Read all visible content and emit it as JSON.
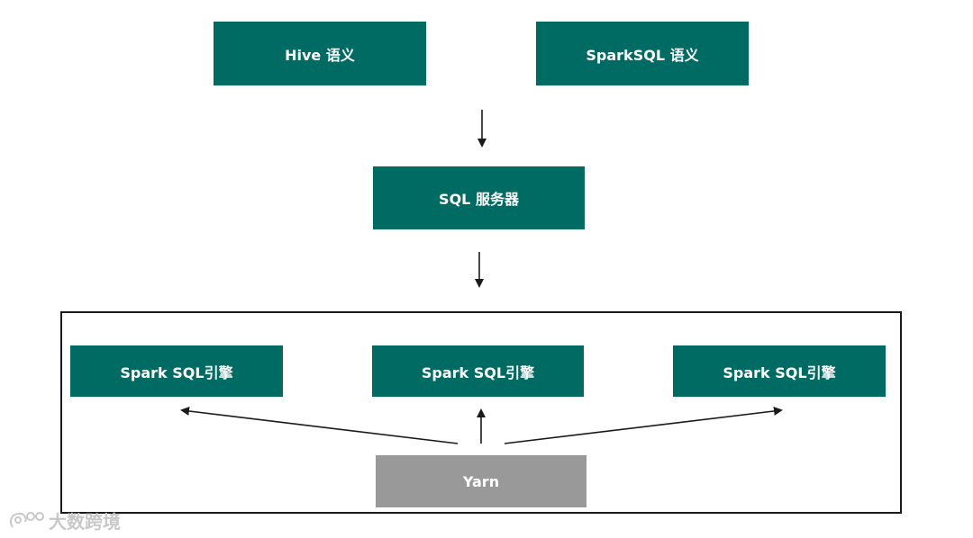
{
  "diagram": {
    "top_nodes": [
      {
        "id": "hive",
        "label": "Hive 语义"
      },
      {
        "id": "sparksql",
        "label": "SparkSQL 语义"
      }
    ],
    "server": {
      "id": "sql-server",
      "label": "SQL 服务器"
    },
    "engines": [
      {
        "id": "engine-1",
        "label": "Spark SQL引擎"
      },
      {
        "id": "engine-2",
        "label": "Spark SQL引擎"
      },
      {
        "id": "engine-3",
        "label": "Spark SQL引擎"
      }
    ],
    "scheduler": {
      "id": "yarn",
      "label": "Yarn"
    },
    "edges": [
      {
        "from": "semantics",
        "to": "sql-server"
      },
      {
        "from": "sql-server",
        "to": "engine-cluster"
      },
      {
        "from": "yarn",
        "to": "engine-1"
      },
      {
        "from": "yarn",
        "to": "engine-2"
      },
      {
        "from": "yarn",
        "to": "engine-3"
      }
    ]
  },
  "colors": {
    "node_fill": "#006b63",
    "yarn_fill": "#999999",
    "text": "#ffffff",
    "border": "#1a1a1a"
  },
  "watermark": {
    "text": "大数跨境",
    "icon": "watermark-logo-icon"
  }
}
